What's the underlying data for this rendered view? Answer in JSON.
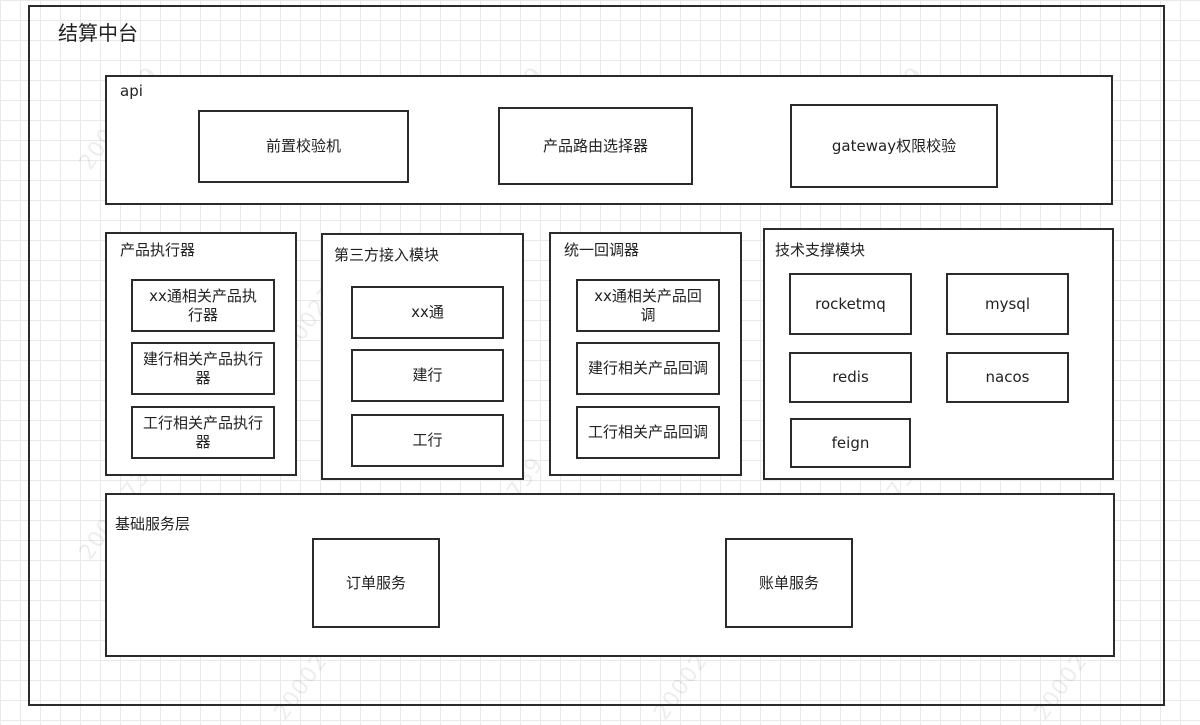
{
  "platform": {
    "title": "结算中台"
  },
  "api": {
    "title": "api",
    "nodes": [
      "前置校验机",
      "产品路由选择器",
      "gateway权限校验"
    ]
  },
  "executor": {
    "title": "产品执行器",
    "nodes": [
      "xx通相关产品执行器",
      "建行相关产品执行器",
      "工行相关产品执行器"
    ]
  },
  "third_party": {
    "title": "第三方接入模块",
    "nodes": [
      "xx通",
      "建行",
      "工行"
    ]
  },
  "callback": {
    "title": "统一回调器",
    "nodes": [
      "xx通相关产品回调",
      "建行相关产品回调",
      "工行相关产品回调"
    ]
  },
  "tech": {
    "title": "技术支撑模块",
    "nodes": [
      "rocketmq",
      "mysql",
      "redis",
      "nacos",
      "feign"
    ]
  },
  "base": {
    "title": "基础服务层",
    "nodes": [
      "订单服务",
      "账单服务"
    ]
  },
  "watermark": {
    "text": "20002739"
  }
}
